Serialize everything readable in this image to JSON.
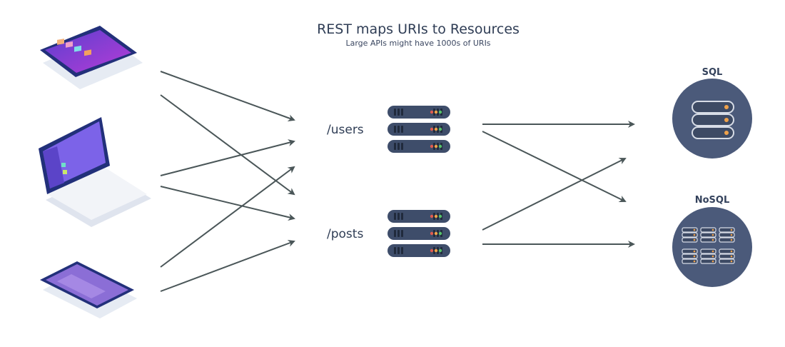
{
  "header": {
    "title": "REST maps URIs to Resources",
    "subtitle": "Large APIs might have 1000s of URIs"
  },
  "routes": [
    "/users",
    "/posts"
  ],
  "databases": [
    "SQL",
    "NoSQL"
  ],
  "colors": {
    "text": "#2f3d55",
    "arrow": "#4a5658",
    "server": "#3e4d6a",
    "db_circle": "#4b5a7a",
    "indicator_orange": "#f0a24a",
    "indicator_red": "#e05a4f",
    "indicator_green": "#56c26a",
    "screen_purple": "#8a3fd8"
  },
  "icons": [
    "tablet-icon",
    "laptop-icon",
    "phone-icon",
    "server-rack-icon",
    "sql-database-icon",
    "nosql-database-icon"
  ]
}
